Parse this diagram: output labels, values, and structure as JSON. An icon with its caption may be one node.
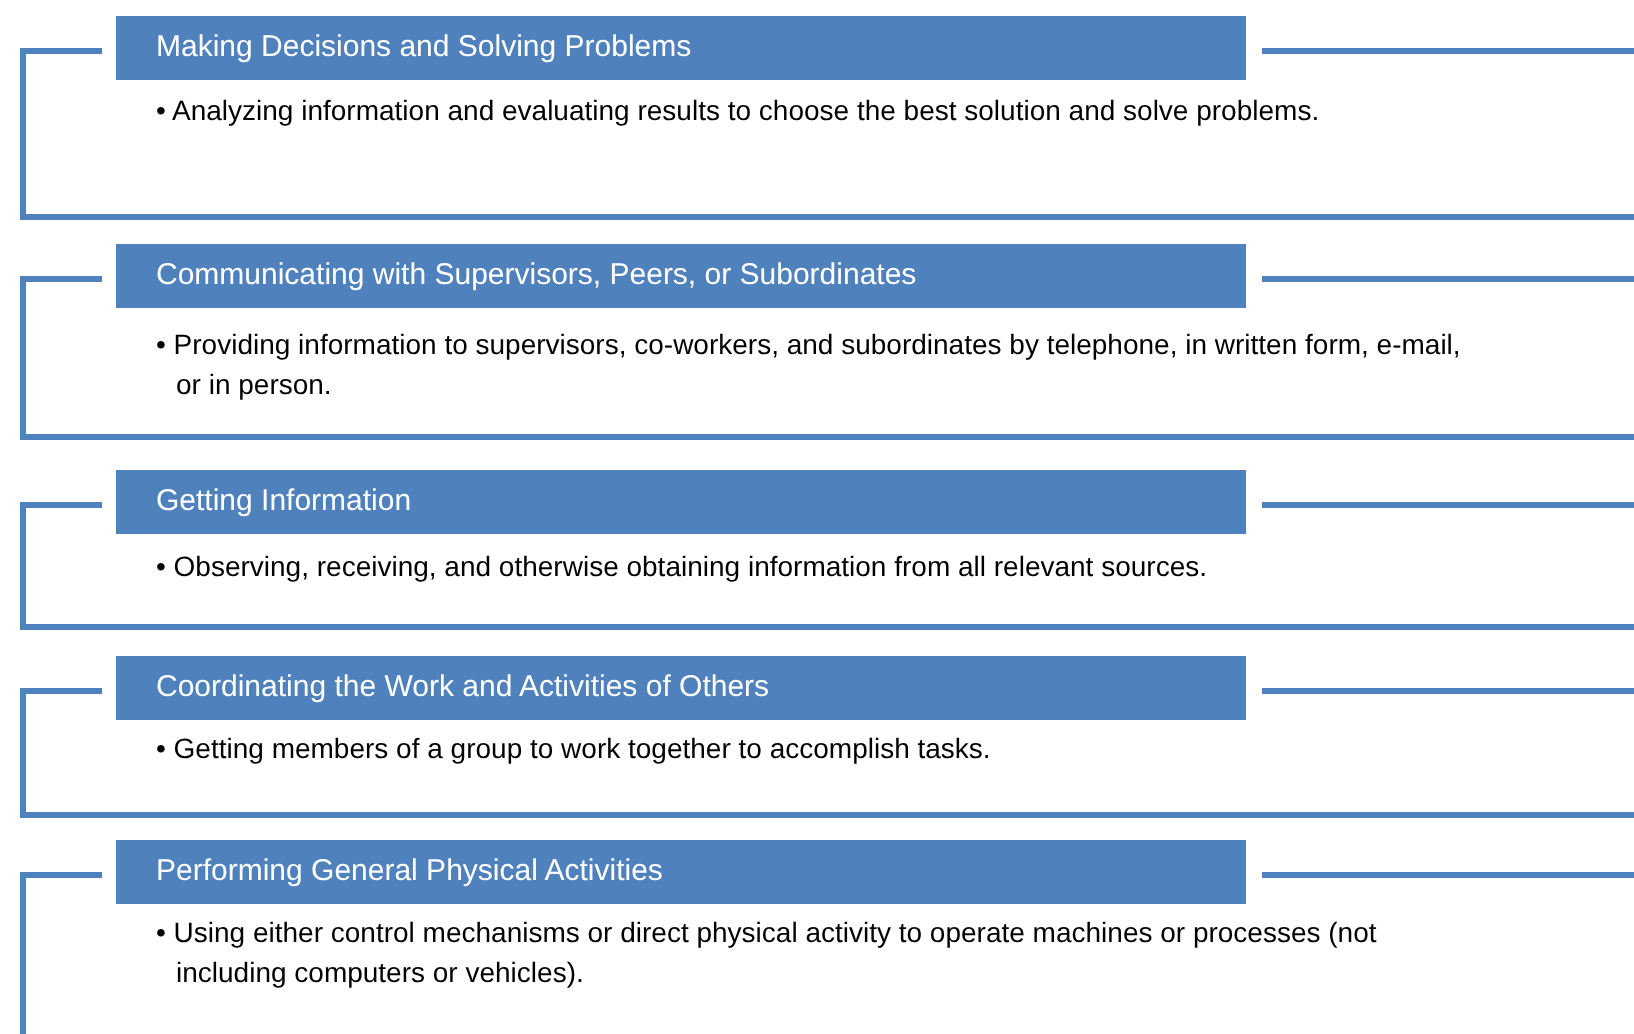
{
  "diagram": {
    "nodes": [
      {
        "text": [
          "Making Decisions and Solving Problems",
          "• Analyzing information and evaluating results to choose the best solution and solve problems."
        ]
      },
      {
        "text": [
          "Communicating with Supervisors, Peers, or Subordinates",
          "• Providing information to supervisors, co-workers, and subordinates by telephone, in written form, e-mail, or in person."
        ]
      },
      {
        "text": [
          "Getting Information",
          "• Observing, receiving, and otherwise obtaining information from all relevant sources."
        ]
      },
      {
        "text": [
          "Coordinating the Work and Activities of Others",
          "• Getting members of a group to work together to accomplish tasks."
        ]
      },
      {
        "text": [
          "Performing General Physical Activities",
          "• Using either control mechanisms or direct physical activity to operate machines or processes (not including computers or vehicles)."
        ]
      }
    ]
  }
}
